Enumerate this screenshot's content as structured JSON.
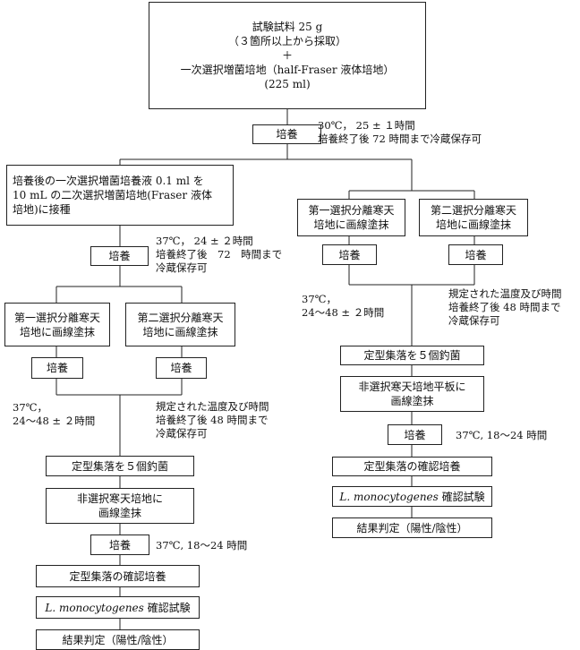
{
  "top": {
    "line1": "試験試料 25 g",
    "line2": "（３箇所以上から採取）",
    "line3": "＋",
    "line4": "一次選択増菌培地（half-Fraser 液体培地）",
    "line5": "(225 ml)"
  },
  "culture_label": "培養",
  "note_top": {
    "line1": "30℃， 25 ± １時間",
    "line2": "培養終了後 72 時間まで冷蔵保存可"
  },
  "left": {
    "secondary_enrich": {
      "line1": "培養後の一次選択増菌培養液 0.1 ml を",
      "line2": "10 mL の二次選択増菌培地(Fraser 液体",
      "line3": "培地)に接種"
    },
    "note_a": {
      "line1": "37℃， 24 ± ２時間",
      "line2": "培養終了後　72　時間まで",
      "line3": "冷蔵保存可"
    },
    "plate1": {
      "line1": "第一選択分離寒天",
      "line2": "培地に画線塗抹"
    },
    "plate2": {
      "line1": "第二選択分離寒天",
      "line2": "培地に画線塗抹"
    },
    "note_b": {
      "line1": "37℃，",
      "line2": "24～48 ± ２時間"
    },
    "note_c": {
      "line1": "規定された温度及び時間",
      "line2": "培養終了後 48 時間まで",
      "line3": "冷蔵保存可"
    },
    "pick": "定型集落を５個釣菌",
    "nonselective": {
      "line1": "非選択寒天培地に",
      "line2": "画線塗抹"
    },
    "note_d": "37℃, 18～24 時間",
    "confirm": "定型集落の確認培養",
    "test_species": "L. monocytogenes",
    "test_suffix": " 確認試験",
    "result": "結果判定（陽性/陰性）"
  },
  "right": {
    "plate1": {
      "line1": "第一選択分離寒天",
      "line2": "培地に画線塗抹"
    },
    "plate2": {
      "line1": "第二選択分離寒天",
      "line2": "培地に画線塗抹"
    },
    "note_b": {
      "line1": "37℃，",
      "line2": "24～48 ± ２時間"
    },
    "note_c": {
      "line1": "規定された温度及び時間",
      "line2": "培養終了後 48 時間まで",
      "line3": "冷蔵保存可"
    },
    "pick": "定型集落を５個釣菌",
    "nonselective": {
      "line1": "非選択寒天培地平板に",
      "line2": "画線塗抹"
    },
    "note_d": "37℃, 18～24 時間",
    "confirm": "定型集落の確認培養",
    "test_species": "L. monocytogenes",
    "test_suffix": " 確認試験",
    "result": "結果判定（陽性/陰性）"
  }
}
